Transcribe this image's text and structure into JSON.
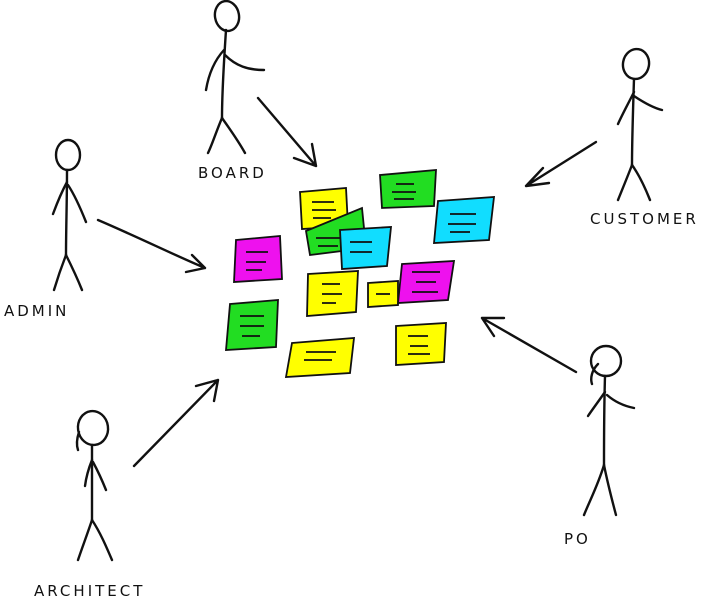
{
  "actors": [
    {
      "id": "board",
      "label": "BOARD"
    },
    {
      "id": "customer",
      "label": "CUSTOMER"
    },
    {
      "id": "admin",
      "label": "ADMIN"
    },
    {
      "id": "architect",
      "label": "ARCHITECT"
    },
    {
      "id": "po",
      "label": "PO"
    }
  ],
  "colors": {
    "yellow": "#ffff00",
    "green": "#22dd22",
    "cyan": "#11ddff",
    "magenta": "#ee11ee",
    "ink": "#111111"
  }
}
